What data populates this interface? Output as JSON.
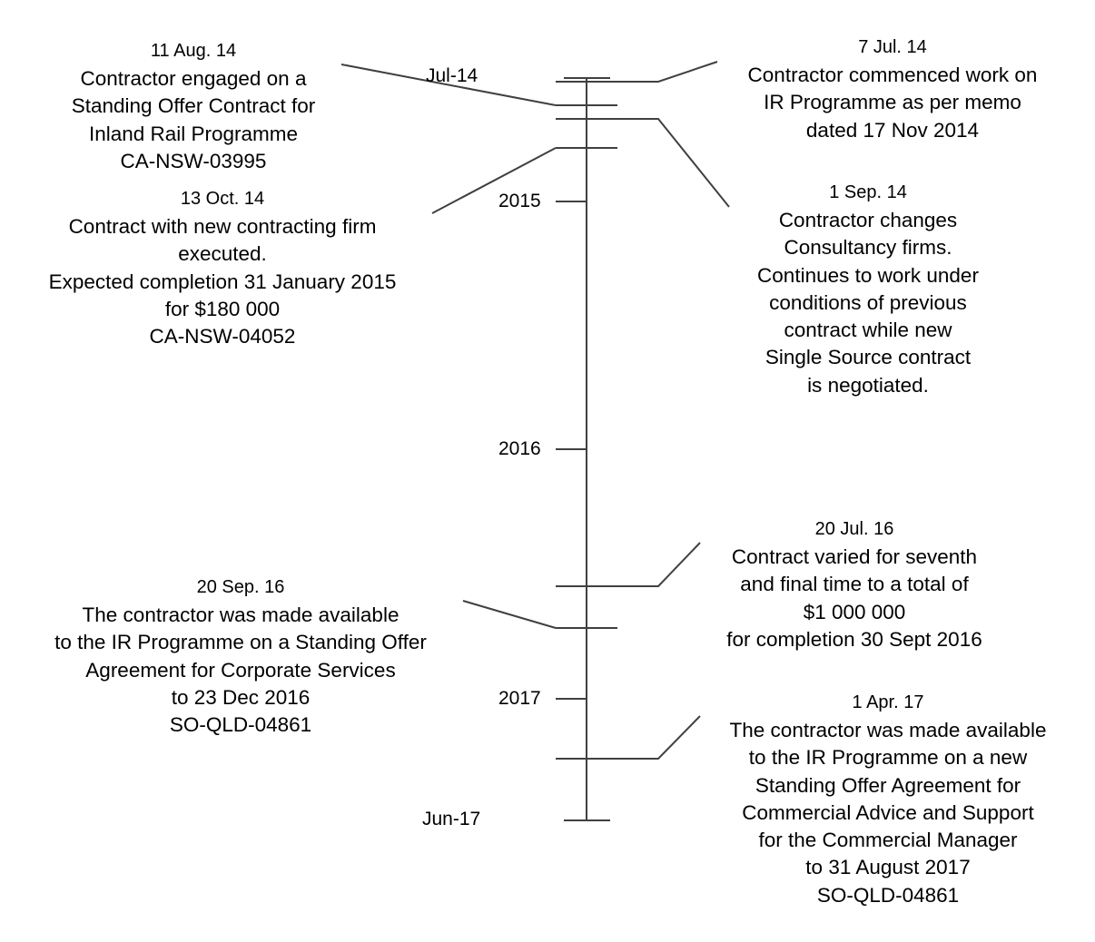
{
  "axis": {
    "start_label": "Jul-14",
    "end_label": "Jun-17",
    "year_labels": [
      "2015",
      "2016",
      "2017"
    ]
  },
  "events": [
    {
      "date": "7 Jul. 14",
      "lines": [
        "Contractor commenced work on",
        "IR Programme as per memo",
        "dated 17 Nov 2014"
      ]
    },
    {
      "date": "11 Aug. 14",
      "lines": [
        "Contractor engaged on a",
        "Standing Offer Contract for",
        "Inland Rail Programme",
        "CA-NSW-03995"
      ]
    },
    {
      "date": "1 Sep. 14",
      "lines": [
        "Contractor changes",
        "Consultancy  firms.",
        "Continues to work under",
        "conditions of previous",
        "contract while new",
        "Single Source contract",
        "is negotiated."
      ]
    },
    {
      "date": "13 Oct. 14",
      "lines": [
        "Contract with new contracting firm",
        "executed.",
        "Expected completion 31 January 2015",
        "for $180 000",
        "CA-NSW-04052"
      ]
    },
    {
      "date": "20 Jul. 16",
      "lines": [
        "Contract varied for seventh",
        "and final time to a total of",
        "$1 000 000",
        "for completion 30 Sept 2016"
      ]
    },
    {
      "date": "20 Sep. 16",
      "lines": [
        "The contractor was made available",
        "to the IR Programme on a Standing Offer",
        "Agreement for Corporate Services",
        "to 23 Dec 2016",
        "SO-QLD-04861"
      ]
    },
    {
      "date": "1 Apr. 17",
      "lines": [
        "The contractor was made available",
        "to the IR Programme on a new",
        "Standing Offer Agreement for",
        "Commercial Advice and Support",
        "for the Commercial Manager",
        "to 31 August 2017",
        "SO-QLD-04861"
      ]
    }
  ],
  "colors": {
    "line": "#404040",
    "text": "#000000",
    "background": "#ffffff"
  }
}
